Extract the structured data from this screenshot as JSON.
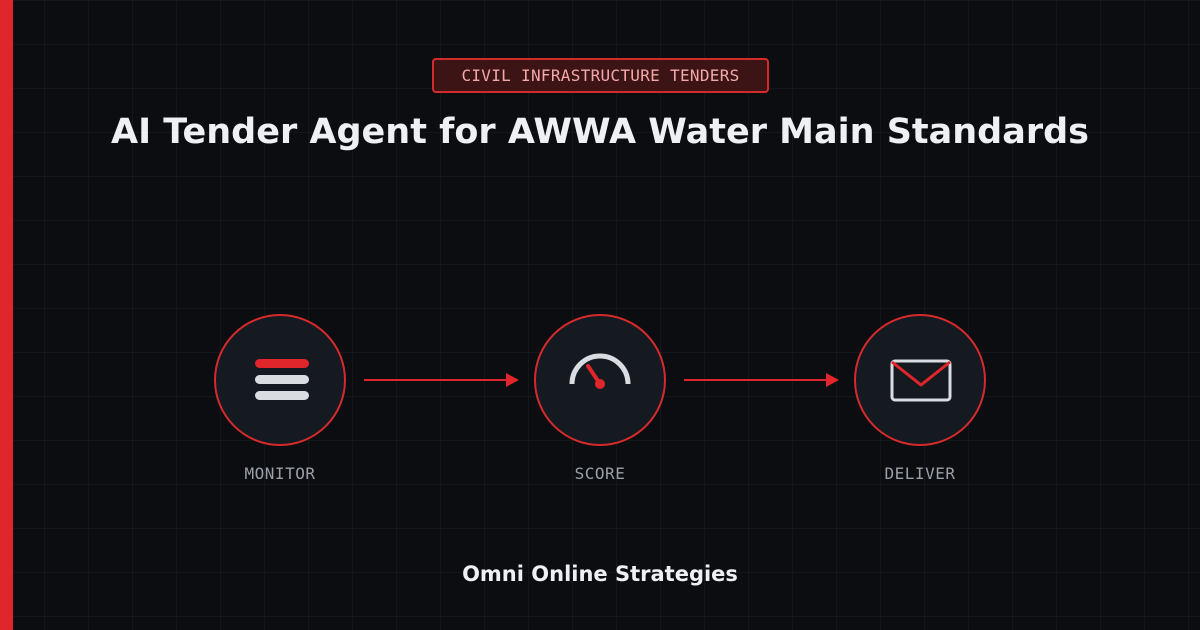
{
  "badge": {
    "label": "CIVIL INFRASTRUCTURE TENDERS"
  },
  "title": "AI Tender Agent for AWWA Water Main Standards",
  "steps": [
    {
      "label": "MONITOR",
      "icon": "list-icon"
    },
    {
      "label": "SCORE",
      "icon": "gauge-icon"
    },
    {
      "label": "DELIVER",
      "icon": "envelope-icon"
    }
  ],
  "brand": "Omni Online Strategies",
  "colors": {
    "background": "#0b0d11",
    "accent": "#e1262b",
    "circle_fill": "#151a21",
    "icon_light": "#d9dce1",
    "label": "#9aa0a8",
    "text": "#eef0f3"
  }
}
